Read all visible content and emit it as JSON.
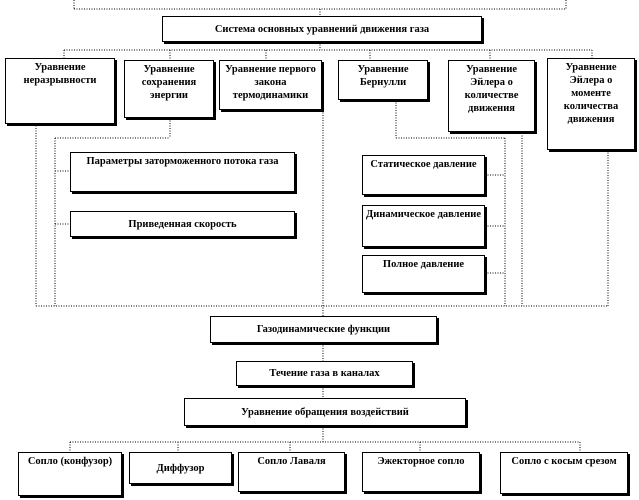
{
  "diagram": {
    "system": "Система основных уравнений движения газа",
    "equations": [
      "Уравнение неразрывности",
      "Уравнение сохранения энергии",
      "Уравнение первого закона термодинамики",
      "Уравнение Бернулли",
      "Уравнение Эйлера о количестве движения",
      "Уравнение Эйлера о моменте количества движения"
    ],
    "flow_params": [
      "Параметры заторможенного потока газа",
      "Приведенная скорость"
    ],
    "pressures": [
      "Статическое давление",
      "Динамическое давление",
      "Полное давление"
    ],
    "gas_functions": "Газодинамические функции",
    "channel_flow": "Течение газа в каналах",
    "reversal": "Уравнение обращения воздействий",
    "nozzles": [
      "Сопло (конфузор)",
      "Диффузор",
      "Сопло Лаваля",
      "Эжекторное сопло",
      "Сопло с косым срезом"
    ]
  }
}
